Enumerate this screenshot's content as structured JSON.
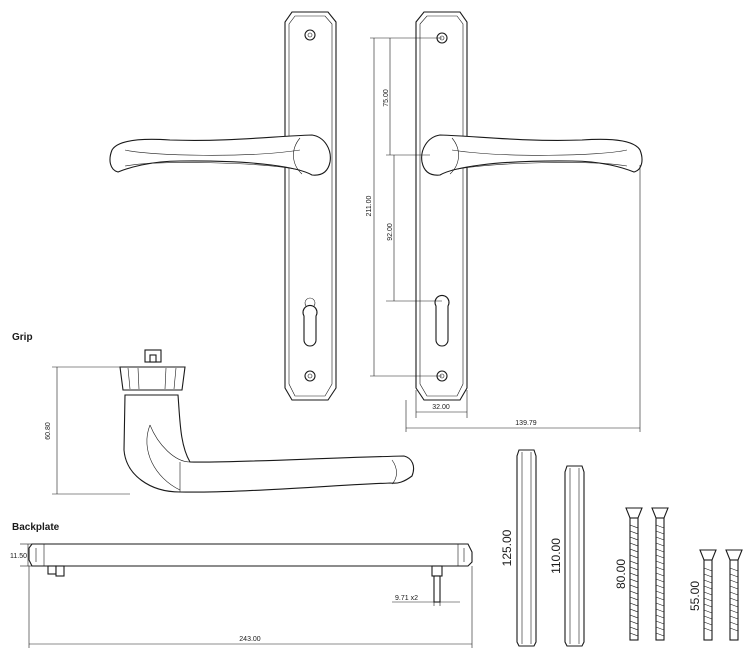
{
  "labels": {
    "grip": "Grip",
    "backplate": "Backplate"
  },
  "dimensions": {
    "d75": "75.00",
    "d211": "211.00",
    "d92": "92.00",
    "d32": "32.00",
    "d139": "139.79",
    "d60": "60.80",
    "d11": "11.50",
    "d9": "9.71 x2",
    "d243": "243.00",
    "d125": "125.00",
    "d110": "110.00",
    "d80": "80.00",
    "d55": "55.00"
  }
}
